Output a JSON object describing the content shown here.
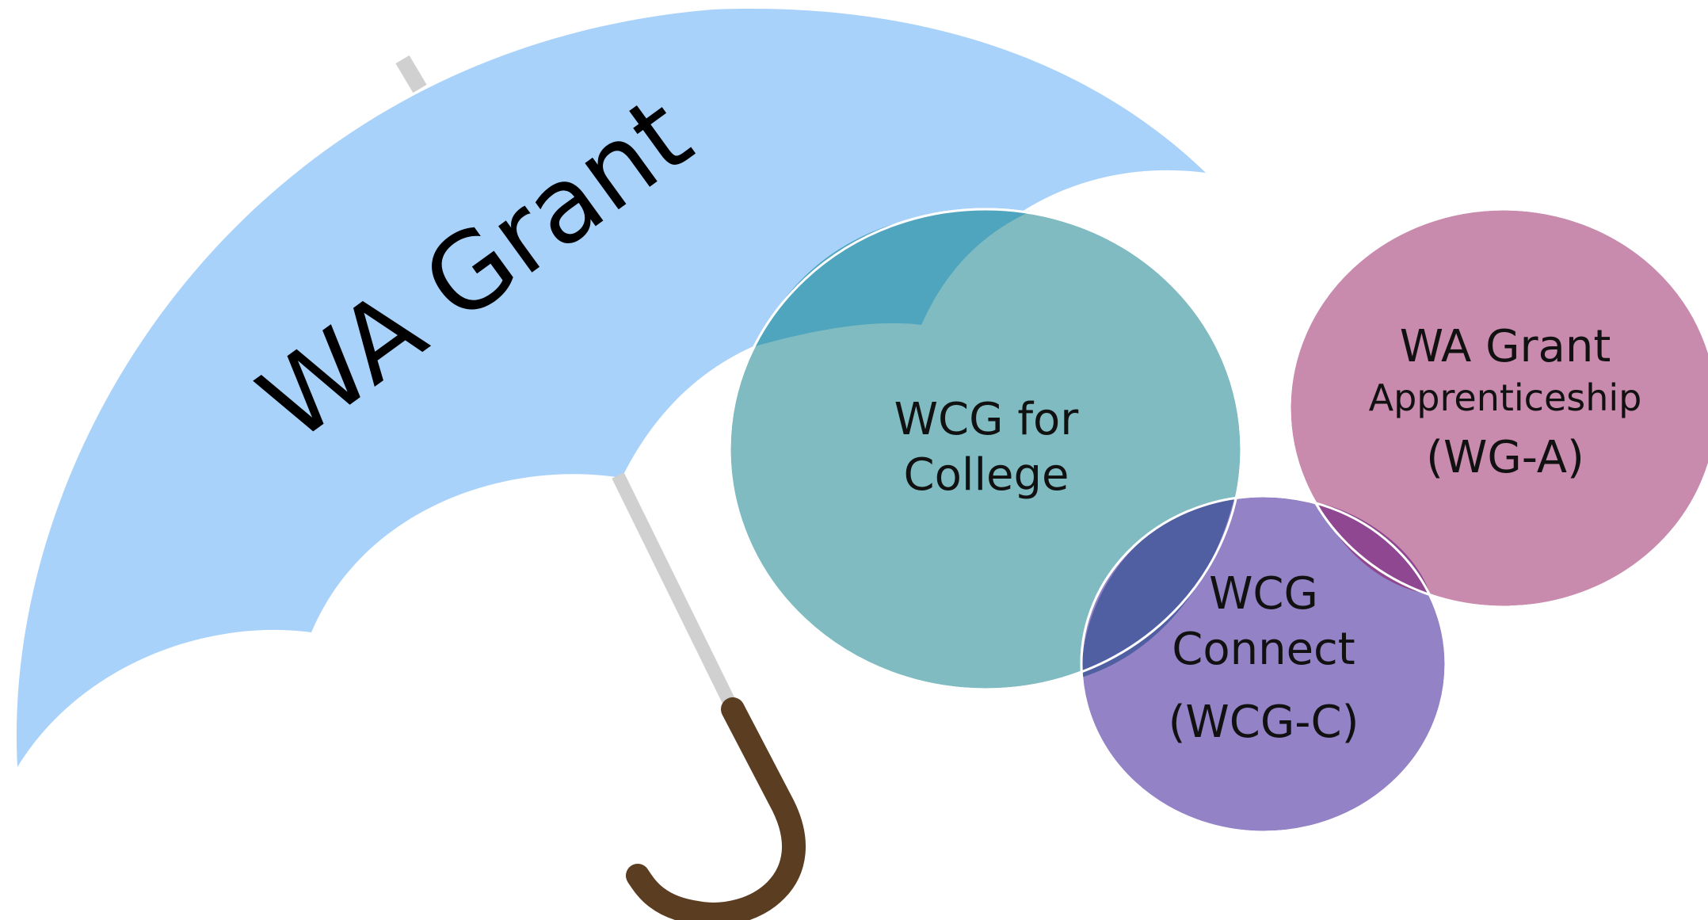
{
  "umbrella": {
    "label": "WA Grant",
    "canopy_color": "#a9d2fa",
    "shaft_color": "#d0d0d0",
    "handle_color": "#5b3d22"
  },
  "circles": [
    {
      "id": "wcg-college",
      "lines": [
        "WCG for",
        "College"
      ],
      "color": "#7fbbc1"
    },
    {
      "id": "wcg-connect",
      "lines": [
        "WCG",
        "Connect",
        "(WCG-C)"
      ],
      "color": "#9382c5"
    },
    {
      "id": "wa-grant-apprenticeship",
      "lines": [
        "WA Grant",
        "Apprenticeship",
        "(WG-A)"
      ],
      "color": "#c88aad"
    }
  ]
}
